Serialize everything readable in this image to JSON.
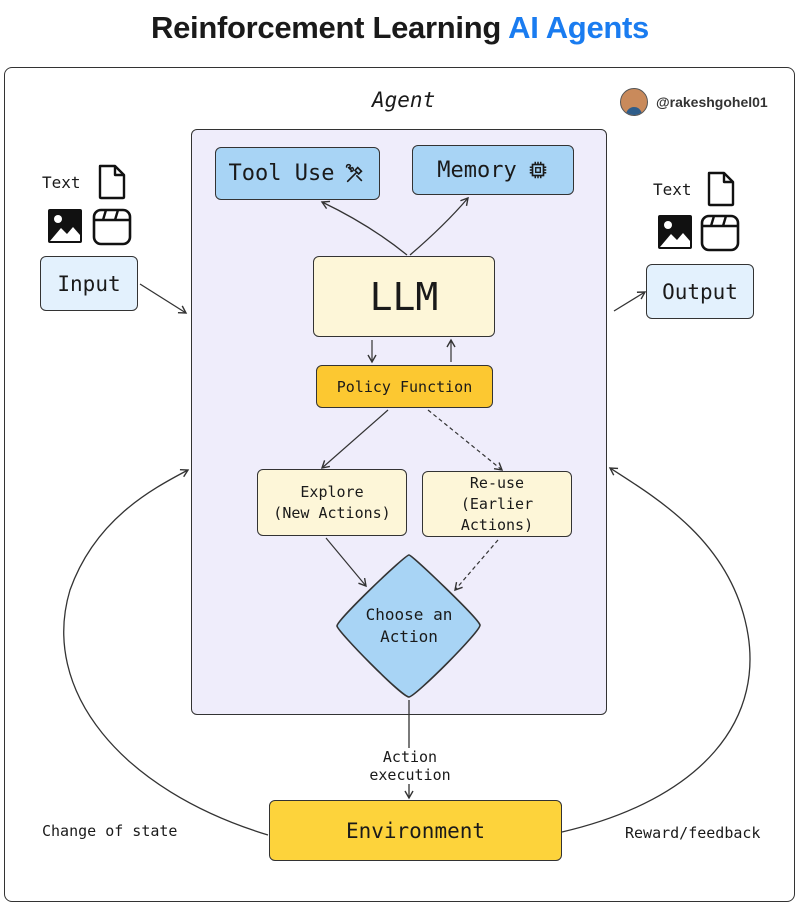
{
  "title": {
    "main": "Reinforcement Learning",
    "highlight": "AI Agents"
  },
  "author": {
    "handle": "@rakeshgohel01"
  },
  "agent": {
    "label": "Agent"
  },
  "tool_use": {
    "label": "Tool Use"
  },
  "memory": {
    "label": "Memory"
  },
  "llm": {
    "label": "LLM"
  },
  "policy": {
    "label": "Policy Function"
  },
  "explore": {
    "line1": "Explore",
    "line2": "(New Actions)"
  },
  "reuse": {
    "line1": "Re-use",
    "line2": "(Earlier Actions)"
  },
  "choose": {
    "line1": "Choose an",
    "line2": "Action"
  },
  "input": {
    "label": "Input",
    "text_label": "Text"
  },
  "output": {
    "label": "Output",
    "text_label": "Text"
  },
  "action_execution": "Action execution",
  "environment": {
    "label": "Environment"
  },
  "change_of_state": "Change of state",
  "reward_feedback": "Reward/feedback",
  "icons": [
    "document-icon",
    "image-icon",
    "video-icon",
    "tools-icon",
    "chip-icon"
  ],
  "colors": {
    "accent_blue": "#1a7cf0",
    "box_blue": "#a8d4f5",
    "light_blue": "#e3f1fd",
    "cream": "#fdf6d8",
    "yellow": "#fcc831",
    "agent_bg": "#efedfb"
  }
}
